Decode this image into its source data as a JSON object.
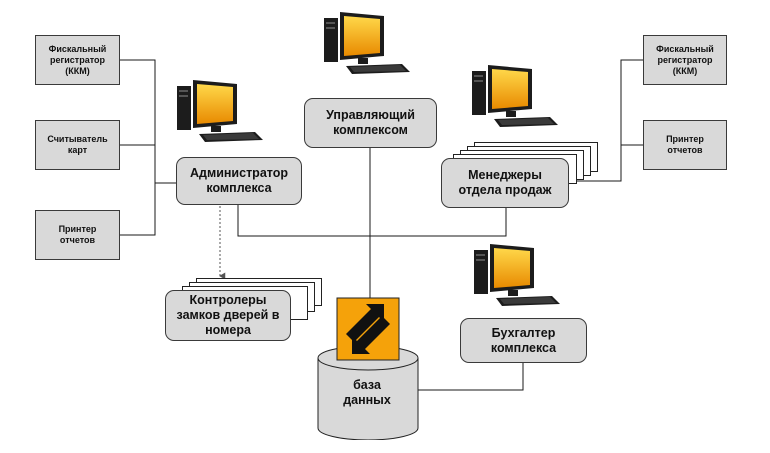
{
  "labels": {
    "fiscal_left": "Фискальный\nрегистратор\n(ККМ)",
    "card_reader": "Считыватель\nкарт",
    "printer_left": "Принтер\nотчетов",
    "admin": "Администратор\nкомплекса",
    "controllers": "Контролеры\nзамков дверей в\nномера",
    "control_complex": "Управляющий\nкомплексом",
    "database": "база\nданных",
    "managers": "Менеджеры\nотдела продаж",
    "fiscal_right": "Фискальный\nрегистратор\n(ККМ)",
    "printer_right": "Принтер\nотчетов",
    "accountant": "Бухгалтер\nкомплекса"
  },
  "colors": {
    "box_fill": "#d9d9d9",
    "line": "#1a1a1a",
    "db_icon": "#f5a20a",
    "screen_top": "#ffd84a",
    "screen_bottom": "#e88a00"
  }
}
